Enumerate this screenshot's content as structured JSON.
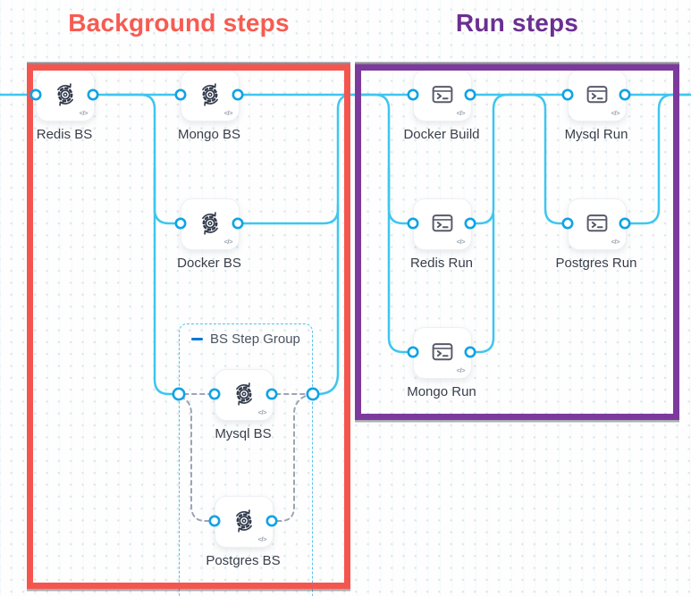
{
  "titles": {
    "background": "Background steps",
    "run": "Run steps"
  },
  "group": {
    "label": "BS Step Group",
    "collapse_icon": "minus-icon"
  },
  "nodes": {
    "redis_bs": {
      "label": "Redis BS",
      "icon": "background-step-icon"
    },
    "mongo_bs": {
      "label": "Mongo BS",
      "icon": "background-step-icon"
    },
    "docker_bs": {
      "label": "Docker BS",
      "icon": "background-step-icon"
    },
    "mysql_bs": {
      "label": "Mysql BS",
      "icon": "background-step-icon"
    },
    "postgres_bs": {
      "label": "Postgres BS",
      "icon": "background-step-icon"
    },
    "docker_build": {
      "label": "Docker Build",
      "icon": "run-step-icon"
    },
    "mysql_run": {
      "label": "Mysql Run",
      "icon": "run-step-icon"
    },
    "redis_run": {
      "label": "Redis Run",
      "icon": "run-step-icon"
    },
    "postgres_run": {
      "label": "Postgres Run",
      "icon": "run-step-icon"
    },
    "mongo_run": {
      "label": "Mongo Run",
      "icon": "run-step-icon"
    }
  },
  "icons": {
    "background_step": "sync-gear-icon",
    "run_step": "terminal-icon",
    "group_collapse": "minus-icon",
    "code_toggle": "</>"
  },
  "colors": {
    "box_background": "#F4564F",
    "box_run": "#7C3A9D",
    "title_background": "#F75B51",
    "title_run": "#6B2F91",
    "edge": "#3EC6EF",
    "edge_dashed": "#9EA3B4",
    "port": "#0FA3E4",
    "group_border": "#57C3EC",
    "minus": "#0278D5",
    "label": "#383E4A",
    "card_badge": "#99A2AF"
  }
}
